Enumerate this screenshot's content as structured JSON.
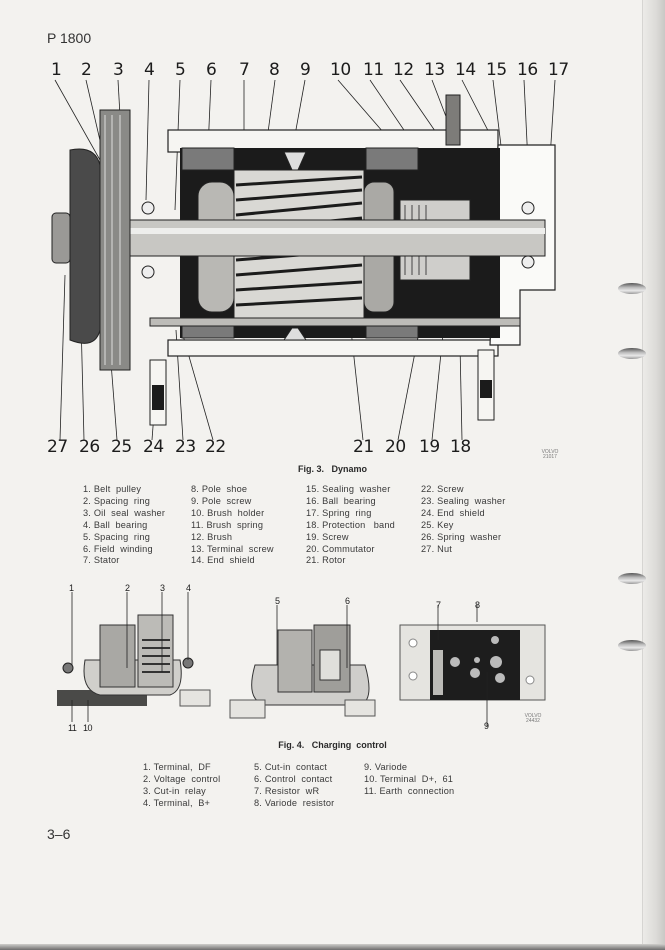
{
  "page": {
    "header": "P 1800",
    "page_number": "3–6"
  },
  "fig3": {
    "caption": "Fig. 3.   Dynamo",
    "top_callouts": [
      "1",
      "2",
      "3",
      "4",
      "5",
      "6",
      "7",
      "8",
      "9",
      "10",
      "11",
      "12",
      "13",
      "14",
      "15",
      "16",
      "17"
    ],
    "bottom_callouts": [
      "27",
      "26",
      "25",
      "24",
      "23",
      "22",
      "21",
      "20",
      "19",
      "18"
    ],
    "volvo_mark": "VOLVO 21017",
    "legend_columns": [
      [
        "1. Belt  pulley",
        "2. Spacing  ring",
        "3. Oil  seal  washer",
        "4. Ball  bearing",
        "5. Spacing  ring",
        "6. Field  winding",
        "7. Stator"
      ],
      [
        "8. Pole  shoe",
        "9. Pole  screw",
        "10. Brush  holder",
        "11. Brush  spring",
        "12. Brush",
        "13. Terminal  screw",
        "14. End  shield"
      ],
      [
        "15. Sealing  washer",
        "16. Ball  bearing",
        "17. Spring  ring",
        "18. Protection   band",
        "19. Screw",
        "20. Commutator",
        "21. Rotor"
      ],
      [
        "22. Screw",
        "23. Sealing  washer",
        "24. End  shield",
        "25. Key",
        "26. Spring  washer",
        "27. Nut"
      ]
    ]
  },
  "fig4": {
    "caption": "Fig. 4.   Charging  control",
    "callouts": [
      "1",
      "2",
      "3",
      "4",
      "5",
      "6",
      "7",
      "8",
      "9",
      "10",
      "11"
    ],
    "volvo_mark": "VOLVO 24432",
    "legend_columns": [
      [
        "1. Terminal,  DF",
        "2. Voltage  control",
        "3. Cut-in  relay",
        "4. Terminal,  B+"
      ],
      [
        "5. Cut-in  contact",
        "6. Control  contact",
        "7. Resistor  wR",
        "8. Variode  resistor"
      ],
      [
        "9. Variode",
        "10. Terminal  D+,  61",
        "11. Earth  connection"
      ]
    ]
  }
}
